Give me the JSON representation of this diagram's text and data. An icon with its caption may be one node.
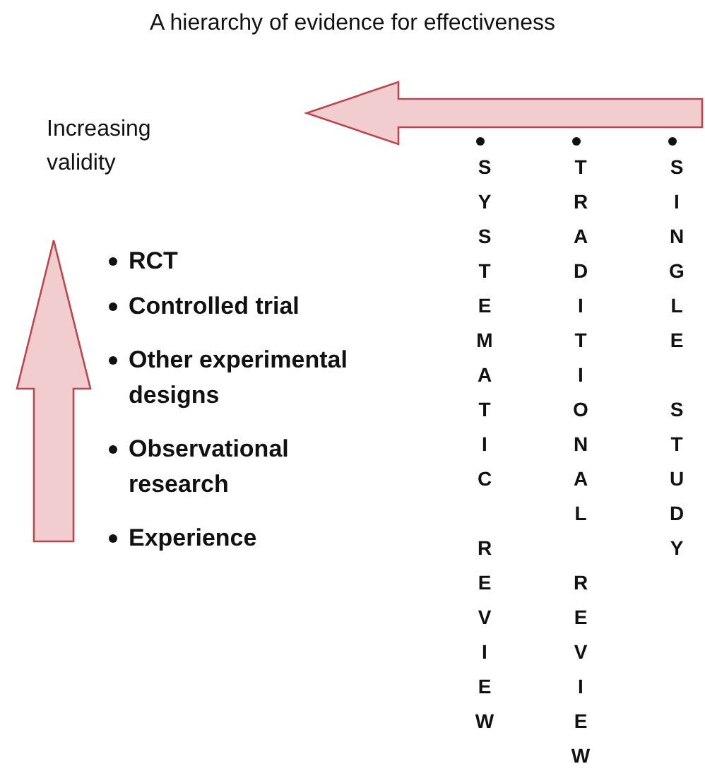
{
  "diagram": {
    "title": "A hierarchy of evidence for effectiveness",
    "labels": [
      "Increasing validity",
      "RCT",
      "Controlled trial",
      "Other experimental designs",
      "Observational research",
      "Experience",
      "SYSTEMATIC REVIEW",
      "TRADITIONAL REVIEW",
      "SINGLE STUDY"
    ]
  }
}
